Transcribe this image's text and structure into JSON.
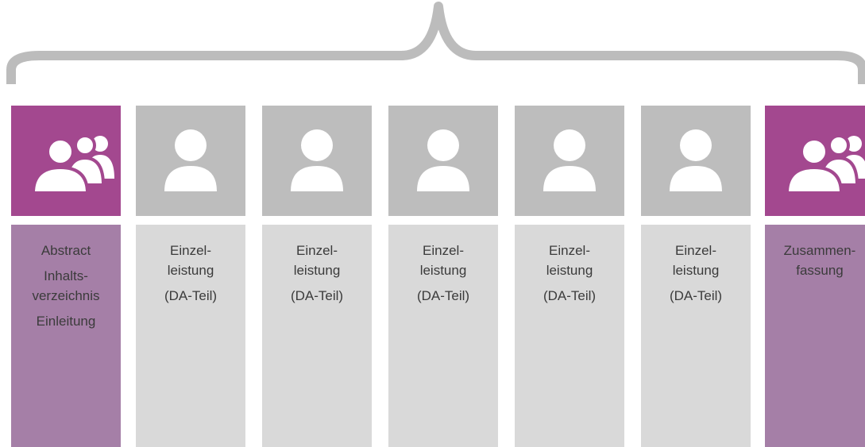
{
  "diagram": {
    "columns": [
      {
        "kind": "group",
        "icon": "group-icon",
        "lines": [
          "Abstract",
          "Inhalts-",
          "verzeichnis",
          "Einleitung"
        ]
      },
      {
        "kind": "single",
        "icon": "person-icon",
        "lines": [
          "Einzel-",
          "leistung",
          "(DA-Teil)"
        ]
      },
      {
        "kind": "single",
        "icon": "person-icon",
        "lines": [
          "Einzel-",
          "leistung",
          "(DA-Teil)"
        ]
      },
      {
        "kind": "single",
        "icon": "person-icon",
        "lines": [
          "Einzel-",
          "leistung",
          "(DA-Teil)"
        ]
      },
      {
        "kind": "single",
        "icon": "person-icon",
        "lines": [
          "Einzel-",
          "leistung",
          "(DA-Teil)"
        ]
      },
      {
        "kind": "single",
        "icon": "person-icon",
        "lines": [
          "Einzel-",
          "leistung",
          "(DA-Teil)"
        ]
      },
      {
        "kind": "group",
        "icon": "group-icon",
        "lines": [
          "Zusammen-",
          "fassung"
        ]
      }
    ],
    "colors": {
      "group_header": "#a3488f",
      "group_body": "#a57fa7",
      "single_header": "#bdbdbd",
      "single_body": "#d9d9d9",
      "brace": "#bcbcbc",
      "text": "#3b3b3b"
    }
  }
}
